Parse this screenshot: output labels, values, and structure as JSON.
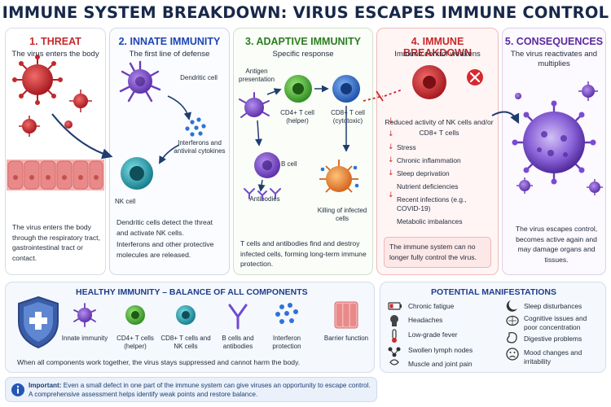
{
  "title": "IMMUNE SYSTEM BREAKDOWN: VIRUS ESCAPES IMMUNE CONTROL",
  "colors": {
    "navy": "#17284a",
    "threat": "#c62828",
    "innate": "#1f45b5",
    "adaptive": "#2a7d1f",
    "breakdown": "#c62828",
    "consequences": "#5b2a9e"
  },
  "panels": {
    "threat": {
      "heading": "1. THREAT",
      "subheading": "The virus enters the body",
      "description": "The virus enters the body through the respiratory tract, gastrointestinal tract or contact."
    },
    "innate": {
      "heading": "2. INNATE IMMUNITY",
      "subheading": "The first line of defense",
      "dendritic_label": "Dendritic cell",
      "interferon_label": "Interferons and antiviral cytokines",
      "nk_label": "NK cell",
      "description_1": "Dendritic cells detect the threat and activate NK cells.",
      "description_2": "Interferons and other protective molecules are released."
    },
    "adaptive": {
      "heading": "3. ADAPTIVE IMMUNITY",
      "subheading": "Specific response",
      "antigen_label": "Antigen presentation",
      "cd4_label": "CD4+ T cell (helper)",
      "cd8_label": "CD8+ T cell (cytotoxic)",
      "bcell_label": "B cell",
      "antibodies_label": "Antibodies",
      "killing_label": "Killing of infected cells",
      "description": "T cells and antibodies find and destroy infected cells, forming long-term immune protection."
    },
    "breakdown": {
      "heading": "4. IMMUNE BREAKDOWN",
      "subheading": "Immune control weakens",
      "reduced_text": "Reduced activity of NK cells and/or CD8+ T cells",
      "risks": [
        "Stress",
        "Chronic inflammation",
        "Sleep deprivation",
        "Nutrient deficiencies",
        "Recent infections (e.g., COVID-19)",
        "Metabolic imbalances"
      ],
      "callout": "The immune system can no longer fully control the virus."
    },
    "consequences": {
      "heading": "5. CONSEQUENCES",
      "subheading": "The virus reactivates and multiplies",
      "description": "The virus escapes control, becomes active again and may damage organs and tissues."
    }
  },
  "healthy": {
    "title": "HEALTHY IMMUNITY – BALANCE OF ALL COMPONENTS",
    "components": [
      "Innate immunity",
      "CD4+ T cells (helper)",
      "CD8+ T cells and NK cells",
      "B cells and antibodies",
      "Interferon protection",
      "Barrier function"
    ],
    "summary": "When all components work together, the virus stays suppressed and cannot harm the body."
  },
  "manifestations": {
    "title": "POTENTIAL MANIFESTATIONS",
    "left": [
      "Chronic fatigue",
      "Headaches",
      "Low-grade fever",
      "Swollen lymph nodes",
      "Muscle and joint pain"
    ],
    "right": [
      "Sleep disturbances",
      "Cognitive issues and poor concentration",
      "Digestive problems",
      "Mood changes and irritability"
    ]
  },
  "note": {
    "label": "Important:",
    "text": "Even a small defect in one part of the immune system can give viruses an opportunity to escape control. A comprehensive assessment helps identify weak points and restore balance."
  }
}
